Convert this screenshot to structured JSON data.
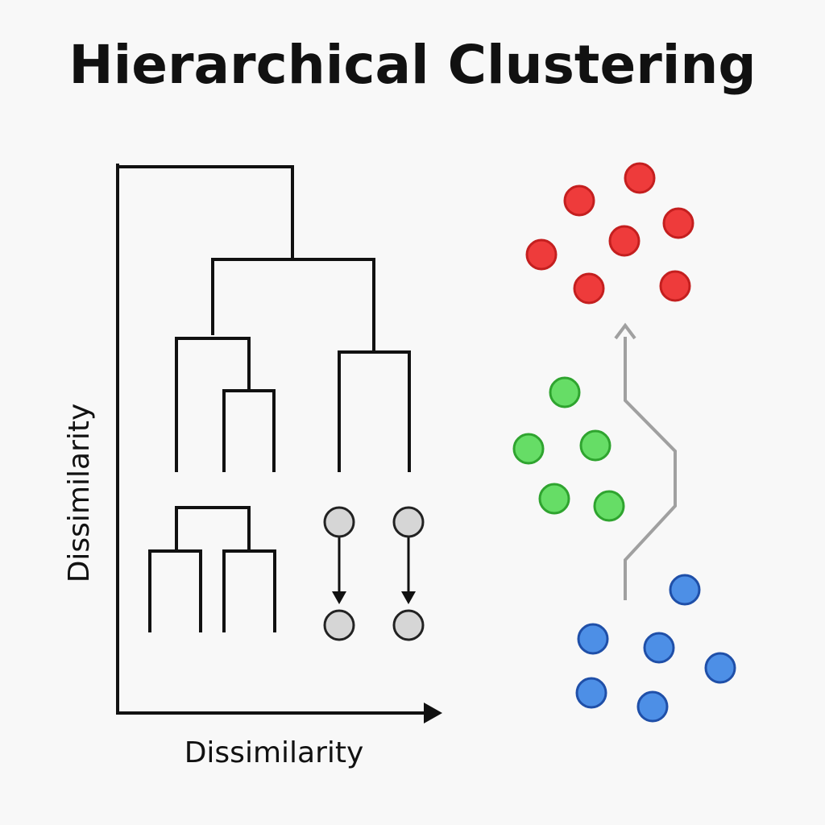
{
  "title": "Hierarchical Clustering",
  "axes": {
    "x_label": "Dissimilarity",
    "y_label": "Dissimilarity"
  },
  "colors": {
    "background": "#f8f8f8",
    "tree_line": "#111111",
    "red_fill": "#ee3b3b",
    "red_stroke": "#c41f1f",
    "green_fill": "#66dd66",
    "green_stroke": "#2fa42f",
    "blue_fill": "#4d8fe6",
    "blue_stroke": "#1f4fa8",
    "grey_fill": "#d6d6d6",
    "grey_stroke": "#222222",
    "path_arrow": "#a0a0a0"
  },
  "clusters": [
    {
      "name": "red",
      "count": 7
    },
    {
      "name": "green",
      "count": 5
    },
    {
      "name": "blue",
      "count": 6
    }
  ]
}
